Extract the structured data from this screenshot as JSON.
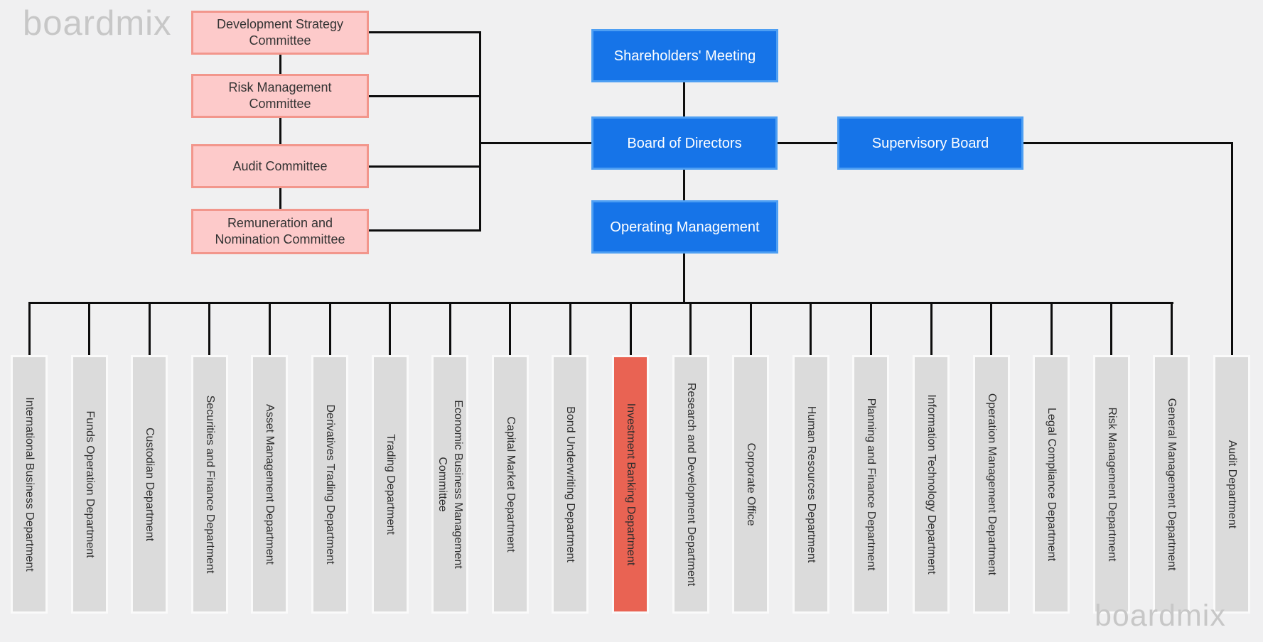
{
  "app": {
    "watermark": "boardmix"
  },
  "colors": {
    "background": "#f0f0f1",
    "primary_blue": "#1674e8",
    "blue_border": "#4e9ff3",
    "pink_fill": "#fdcaca",
    "pink_border": "#f2968c",
    "dept_fill": "#dbdbdb",
    "dept_border": "#fafafa",
    "highlight_red": "#e96353",
    "line": "#0d0d0d",
    "text_dark": "#2e2e2e",
    "watermark_gray": "#c7c7c7"
  },
  "committees": [
    "Development Strategy Committee",
    "Risk Management Committee",
    "Audit Committee",
    "Remuneration and Nomination Committee"
  ],
  "governance": {
    "shareholders": "Shareholders' Meeting",
    "board": "Board of Directors",
    "supervisory": "Supervisory Board",
    "operating": "Operating Management"
  },
  "departments": [
    {
      "label": "International Business Department"
    },
    {
      "label": "Funds Operation Department"
    },
    {
      "label": "Custodian Department"
    },
    {
      "label": "Securities and Finance Department"
    },
    {
      "label": "Asset Management Department"
    },
    {
      "label": "Derivatives Trading Department"
    },
    {
      "label": "Trading Department"
    },
    {
      "label": "Economic Business Management Committee",
      "wrap": true
    },
    {
      "label": "Capital Market Department"
    },
    {
      "label": "Bond Underwriting Department"
    },
    {
      "label": "Investment Banking Department",
      "highlight": true
    },
    {
      "label": "Research and Development Department"
    },
    {
      "label": "Corporate Office"
    },
    {
      "label": "Human Resources Department"
    },
    {
      "label": "Planning and Finance Department"
    },
    {
      "label": "Information Technology Department"
    },
    {
      "label": "Operation Management Department"
    },
    {
      "label": "Legal Compliance Department"
    },
    {
      "label": "Risk Management Department"
    },
    {
      "label": "General Management Department"
    },
    {
      "label": "Audit Department"
    }
  ]
}
